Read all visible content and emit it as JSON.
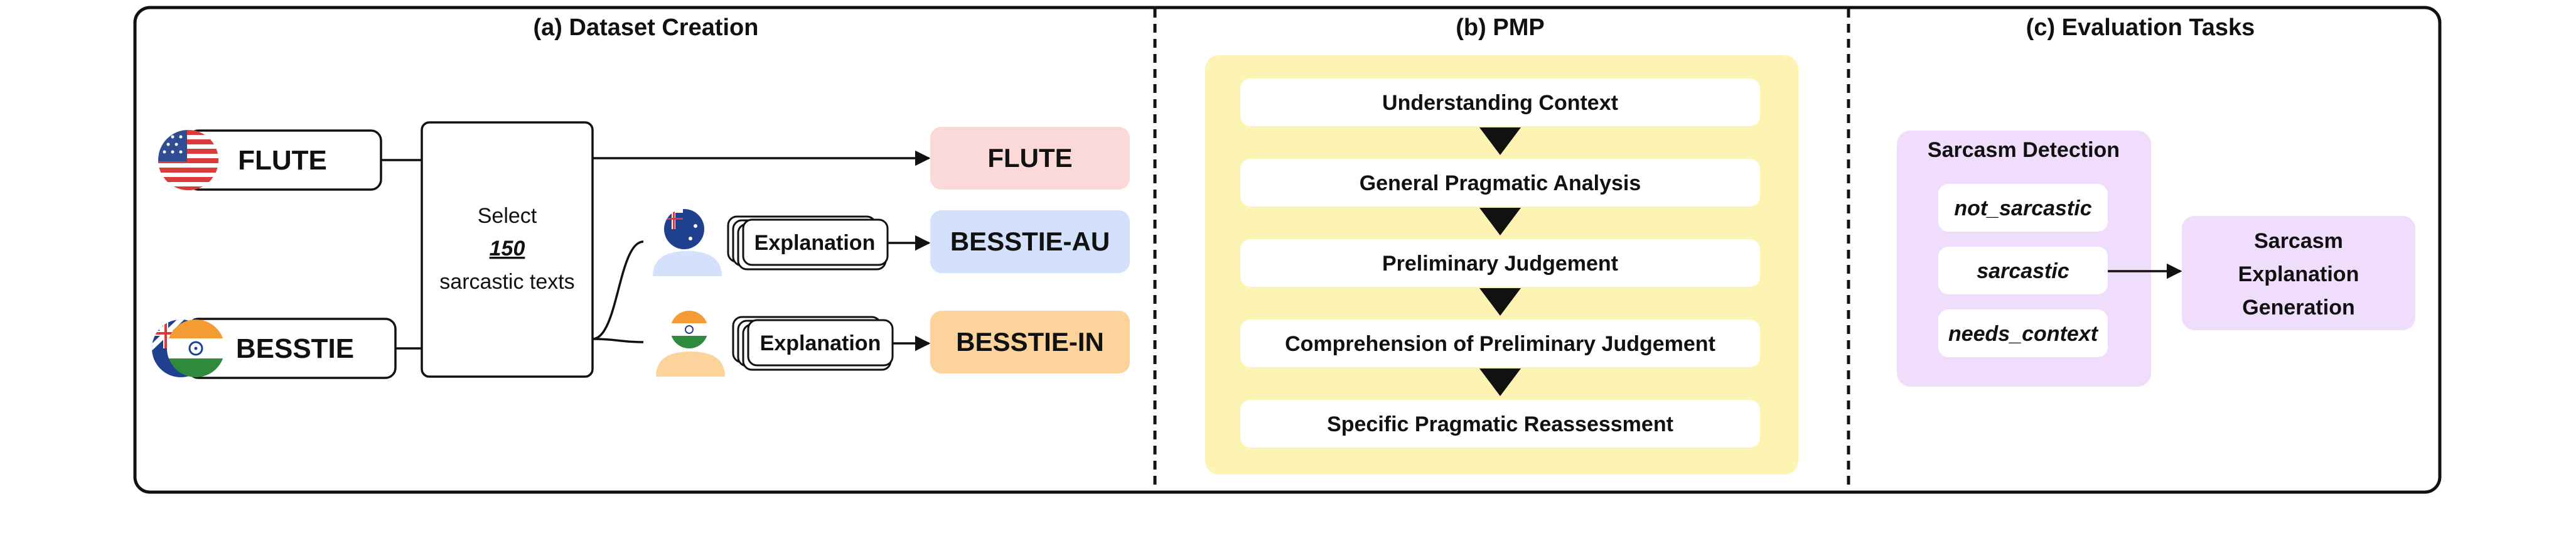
{
  "panels": {
    "a": {
      "title": "(a) Dataset Creation"
    },
    "b": {
      "title": "(b) PMP"
    },
    "c": {
      "title": "(c) Evaluation Tasks"
    }
  },
  "dataset": {
    "sources": [
      "FLUTE",
      "BESSTIE"
    ],
    "select_box": {
      "line1": "Select",
      "count": "150",
      "line3": "sarcastic texts"
    },
    "explanation_label": "Explanation",
    "outputs": [
      "FLUTE",
      "BESSTIE-AU",
      "BESSTIE-IN"
    ]
  },
  "pmp": {
    "steps": [
      "Understanding Context",
      "General Pragmatic Analysis",
      "Preliminary Judgement",
      "Comprehension of Preliminary Judgement",
      "Specific Pragmatic Reassessment"
    ]
  },
  "evaluation": {
    "detection_title": "Sarcasm Detection",
    "labels": [
      "not_sarcastic",
      "sarcastic",
      "needs_context"
    ],
    "generation_lines": [
      "Sarcasm",
      "Explanation",
      "Generation"
    ]
  },
  "colors": {
    "flute_out": "#fcd9d9",
    "au_out": "#d3e1fb",
    "in_out": "#fbd39b",
    "pmp_bg": "#fdf3b3",
    "eval_bg": "#f0ddfb",
    "frame": "#111111"
  }
}
